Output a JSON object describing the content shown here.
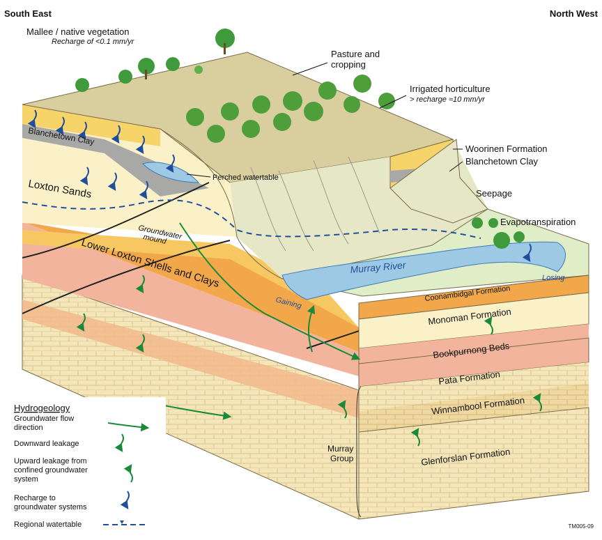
{
  "orientation": {
    "left": "South East",
    "right": "North West"
  },
  "surface": {
    "mallee_title": "Mallee / native vegetation",
    "mallee_recharge": "Recharge of <0.1 mm/yr",
    "pasture_line1": "Pasture and",
    "pasture_line2": "cropping",
    "irrigated_title": "Irrigated horticulture",
    "irrigated_recharge": "> recharge ≈10 mm/yr"
  },
  "features": {
    "woorinen": "Woorinen Formation",
    "blanchetown_right": "Blanchetown Clay",
    "seepage": "Seepage",
    "evapotranspiration": "Evapotranspiration",
    "perched": "Perched watertable",
    "blanchetown_left": "Blanchetown Clay",
    "loxton_sands": "Loxton Sands",
    "gw_mound_line1": "Groundwater",
    "gw_mound_line2": "mound",
    "lower_loxton": "Lower Loxton Shells and Clays",
    "murray_river": "Murray River",
    "losing": "Losing",
    "gaining": "Gaining"
  },
  "formations": {
    "coonambidgal": "Coonambidgal Formation",
    "monoman": "Monoman Formation",
    "bookpurnong": "Bookpurnong Beds",
    "pata": "Pata Formation",
    "winnambool": "Winnambool Formation",
    "glenforslan": "Glenforslan Formation",
    "murray_group_line1": "Murray",
    "murray_group_line2": "Group"
  },
  "legend": {
    "title": "Hydrogeology",
    "flow_line1": "Groundwater flow",
    "flow_line2": "direction",
    "down_leak": "Downward leakage",
    "up_leak_line1": "Upward leakage from",
    "up_leak_line2": "confined groundwater",
    "up_leak_line3": "system",
    "recharge_line1": "Recharge to",
    "recharge_line2": "groundwater systems",
    "watertable": "Regional watertable"
  },
  "figure_id": "TM005-09",
  "colors": {
    "brick_light": "#f4e6b8",
    "brick_dark": "#e9d196",
    "pink": "#f2b49c",
    "orange": "#f2a84a",
    "yellow": "#f7d46a",
    "cream": "#fbf1c8",
    "grey": "#a8a9a6",
    "plateau": "#d8ce9e",
    "slope": "#e6e7c6",
    "water": "#9ec9e4",
    "green_arrow": "#1a8a3a",
    "blue_arrow": "#1f4e9c",
    "tree_green": "#3e9a3a"
  }
}
